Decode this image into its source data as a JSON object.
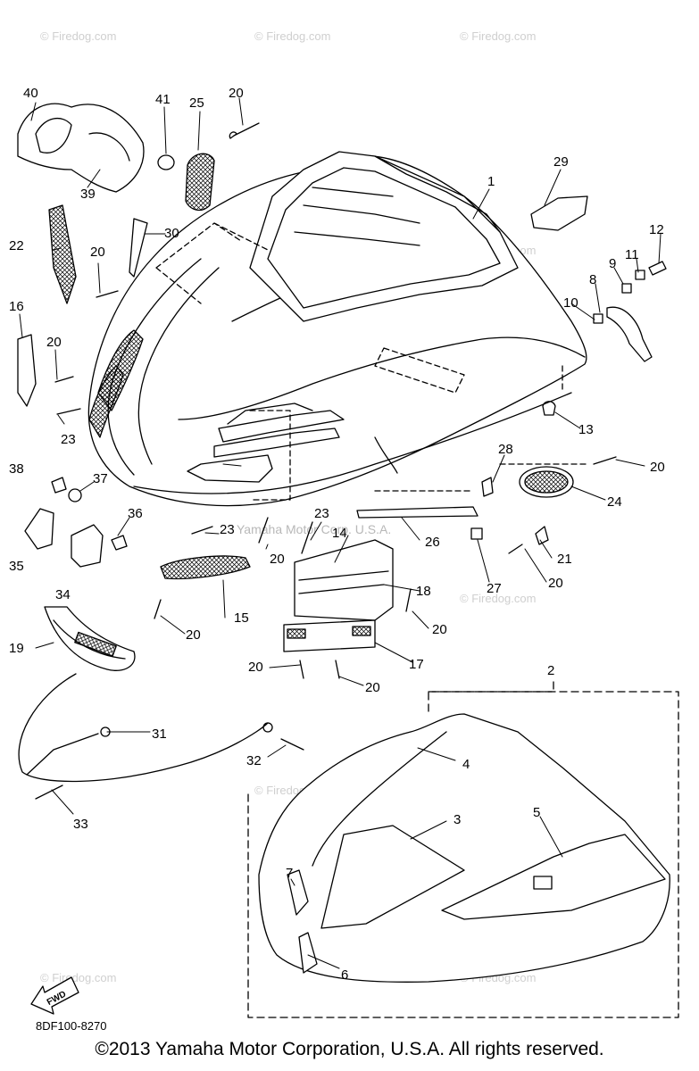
{
  "watermark": "© Firedog.com",
  "center_watermark": "Yamaha Motor Corp. U.S.A.",
  "fwd_label": "FWD",
  "doc_code": "8DF100-8270",
  "copyright": "©2013 Yamaha Motor Corporation, U.S.A. All rights reserved.",
  "callouts": [
    {
      "id": "c1",
      "text": "1"
    },
    {
      "id": "c2",
      "text": "2"
    },
    {
      "id": "c3",
      "text": "3"
    },
    {
      "id": "c4",
      "text": "4"
    },
    {
      "id": "c5",
      "text": "5"
    },
    {
      "id": "c6",
      "text": "6"
    },
    {
      "id": "c7",
      "text": "7"
    },
    {
      "id": "c8",
      "text": "8"
    },
    {
      "id": "c9",
      "text": "9"
    },
    {
      "id": "c10",
      "text": "10"
    },
    {
      "id": "c11",
      "text": "11"
    },
    {
      "id": "c12",
      "text": "12"
    },
    {
      "id": "c13",
      "text": "13"
    },
    {
      "id": "c14",
      "text": "14"
    },
    {
      "id": "c15",
      "text": "15"
    },
    {
      "id": "c16",
      "text": "16"
    },
    {
      "id": "c17",
      "text": "17"
    },
    {
      "id": "c18",
      "text": "18"
    },
    {
      "id": "c19",
      "text": "19"
    },
    {
      "id": "c20a",
      "text": "20"
    },
    {
      "id": "c20b",
      "text": "20"
    },
    {
      "id": "c20c",
      "text": "20"
    },
    {
      "id": "c20d",
      "text": "20"
    },
    {
      "id": "c20e",
      "text": "20"
    },
    {
      "id": "c20f",
      "text": "20"
    },
    {
      "id": "c20g",
      "text": "20"
    },
    {
      "id": "c20h",
      "text": "20"
    },
    {
      "id": "c20i",
      "text": "20"
    },
    {
      "id": "c20j",
      "text": "20"
    },
    {
      "id": "c20k",
      "text": "20"
    },
    {
      "id": "c21",
      "text": "21"
    },
    {
      "id": "c22",
      "text": "22"
    },
    {
      "id": "c23a",
      "text": "23"
    },
    {
      "id": "c23b",
      "text": "23"
    },
    {
      "id": "c23c",
      "text": "23"
    },
    {
      "id": "c24",
      "text": "24"
    },
    {
      "id": "c25",
      "text": "25"
    },
    {
      "id": "c26",
      "text": "26"
    },
    {
      "id": "c27",
      "text": "27"
    },
    {
      "id": "c28",
      "text": "28"
    },
    {
      "id": "c29",
      "text": "29"
    },
    {
      "id": "c30",
      "text": "30"
    },
    {
      "id": "c31",
      "text": "31"
    },
    {
      "id": "c32",
      "text": "32"
    },
    {
      "id": "c33",
      "text": "33"
    },
    {
      "id": "c34",
      "text": "34"
    },
    {
      "id": "c35",
      "text": "35"
    },
    {
      "id": "c36",
      "text": "36"
    },
    {
      "id": "c37",
      "text": "37"
    },
    {
      "id": "c38",
      "text": "38"
    },
    {
      "id": "c39",
      "text": "39"
    },
    {
      "id": "c40",
      "text": "40"
    },
    {
      "id": "c41",
      "text": "41"
    }
  ]
}
